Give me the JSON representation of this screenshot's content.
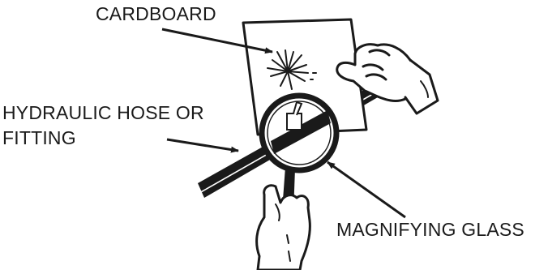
{
  "labels": {
    "cardboard": "CARDBOARD",
    "hose_line1": "HYDRAULIC HOSE OR",
    "hose_line2": "FITTING",
    "magnifying_glass": "MAGNIFYING GLASS"
  },
  "colors": {
    "ink": "#1a1a1a",
    "background": "#ffffff"
  }
}
